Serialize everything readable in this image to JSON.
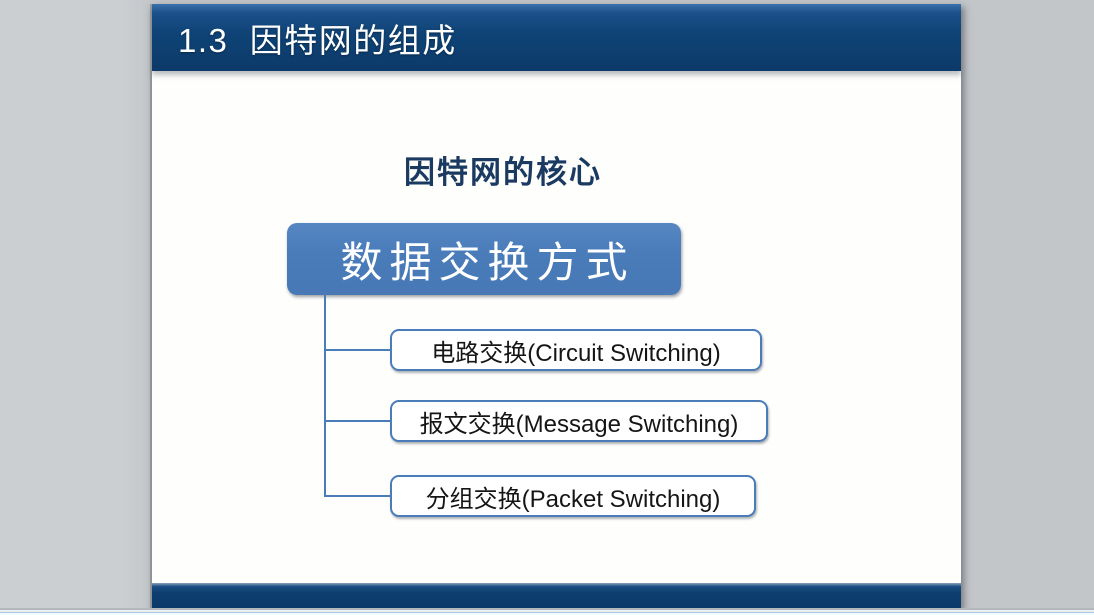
{
  "slide": {
    "title": "1.3  因特网的组成",
    "subtitle": "因特网的核心",
    "diagram": {
      "root": "数据交换方式",
      "children": [
        "电路交换(Circuit Switching)",
        "报文交换(Message Switching)",
        "分组交换(Packet Switching)"
      ]
    },
    "colors": {
      "header_navy": "#0d3e70",
      "accent_blue": "#4a7cba",
      "subtitle_navy": "#1b3a61",
      "background_gray": "#c3c7ca",
      "slide_white": "#fefefd",
      "child_text": "#151515"
    }
  }
}
